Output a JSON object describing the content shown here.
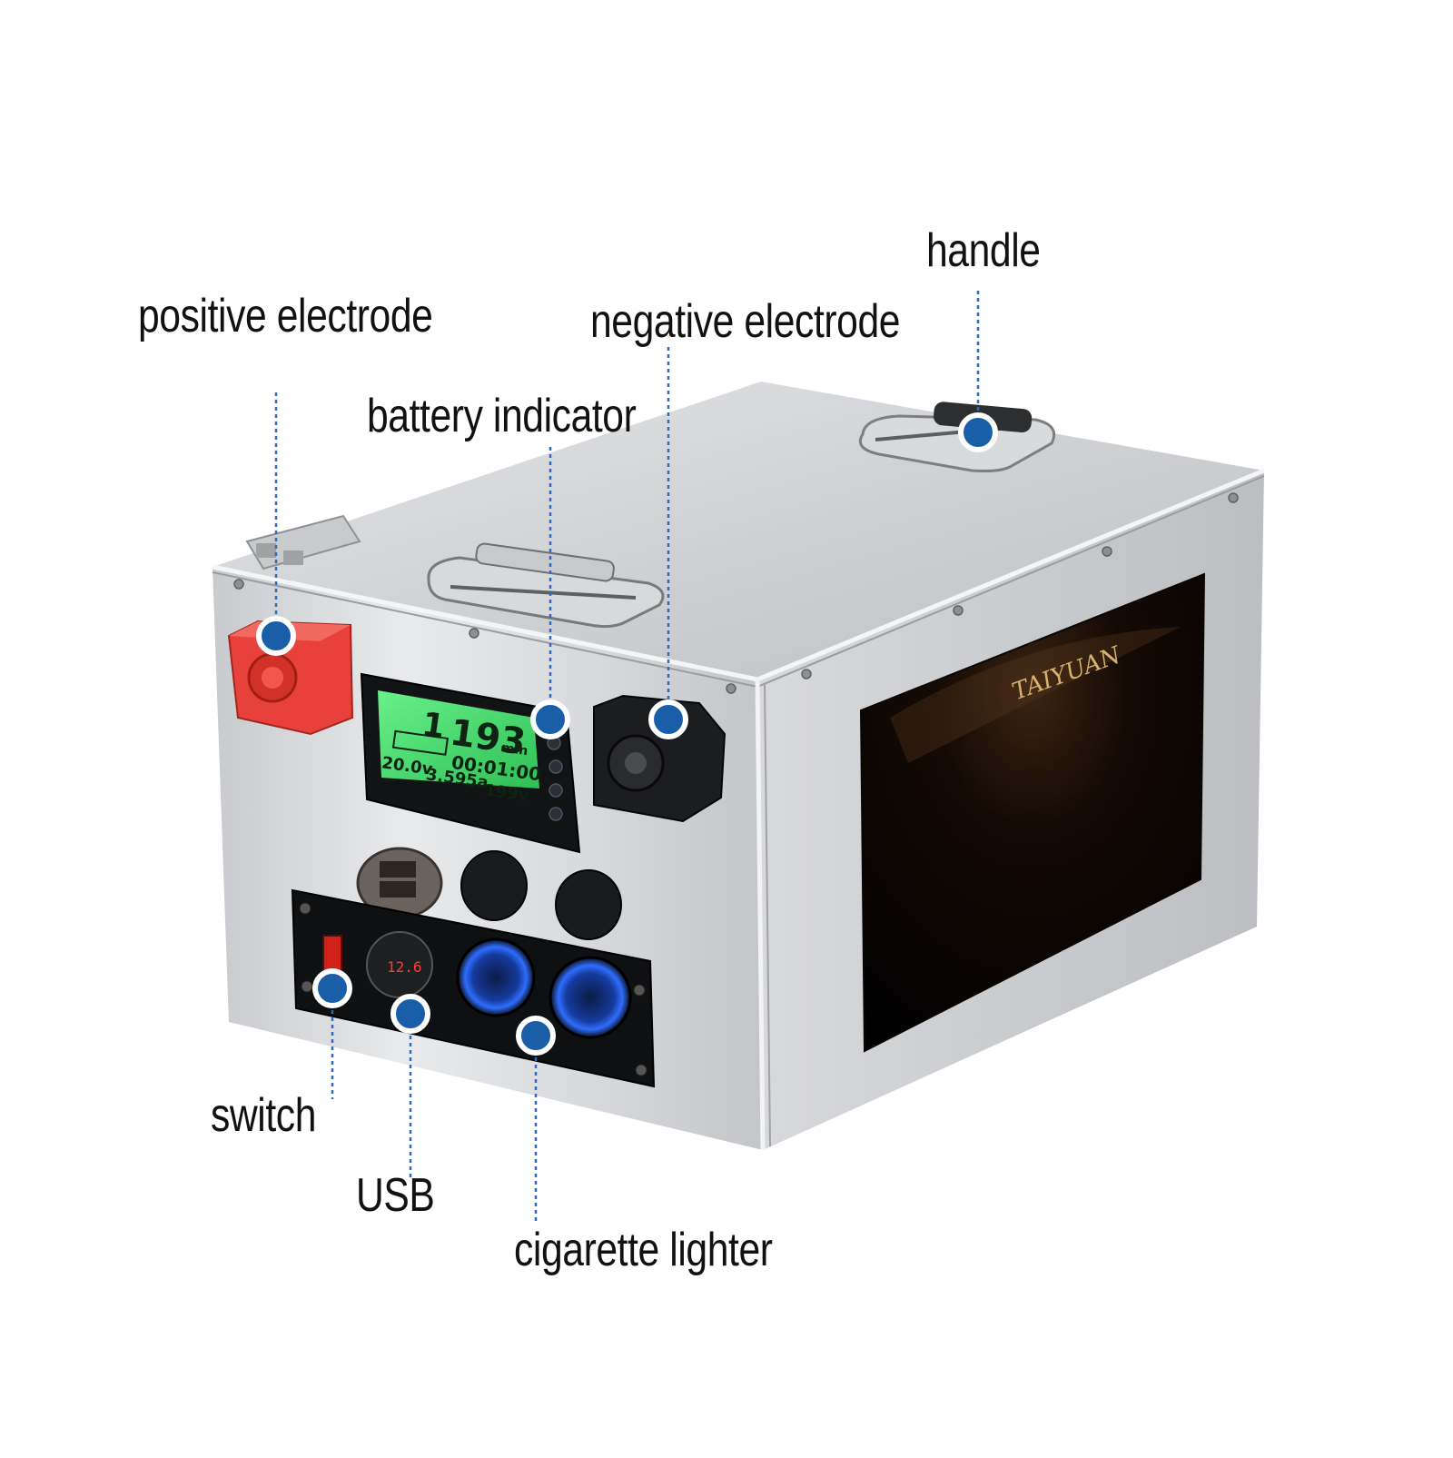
{
  "labels": {
    "positive_electrode": "positive electrode",
    "negative_electrode": "negative electrode",
    "handle": "handle",
    "battery_indicator": "battery indicator",
    "switch": "switch",
    "usb": "USB",
    "cigarette_lighter": "cigarette lighter"
  },
  "display": {
    "big_left": "1",
    "big_value": "193",
    "big_unit": "min",
    "time": "00:01:00",
    "left_reading": "20.0v",
    "mid_reading": "3.595a",
    "right_reading": "199v"
  },
  "brand": "TAIYUAN",
  "usb_meter_reading": "12.6",
  "colors": {
    "marker": "#1b5ea8",
    "leader_line": "#2d6db5",
    "lcd": "#43d76a",
    "positive_terminal": "#e8413b",
    "usb_ring": "#2a6cff"
  }
}
